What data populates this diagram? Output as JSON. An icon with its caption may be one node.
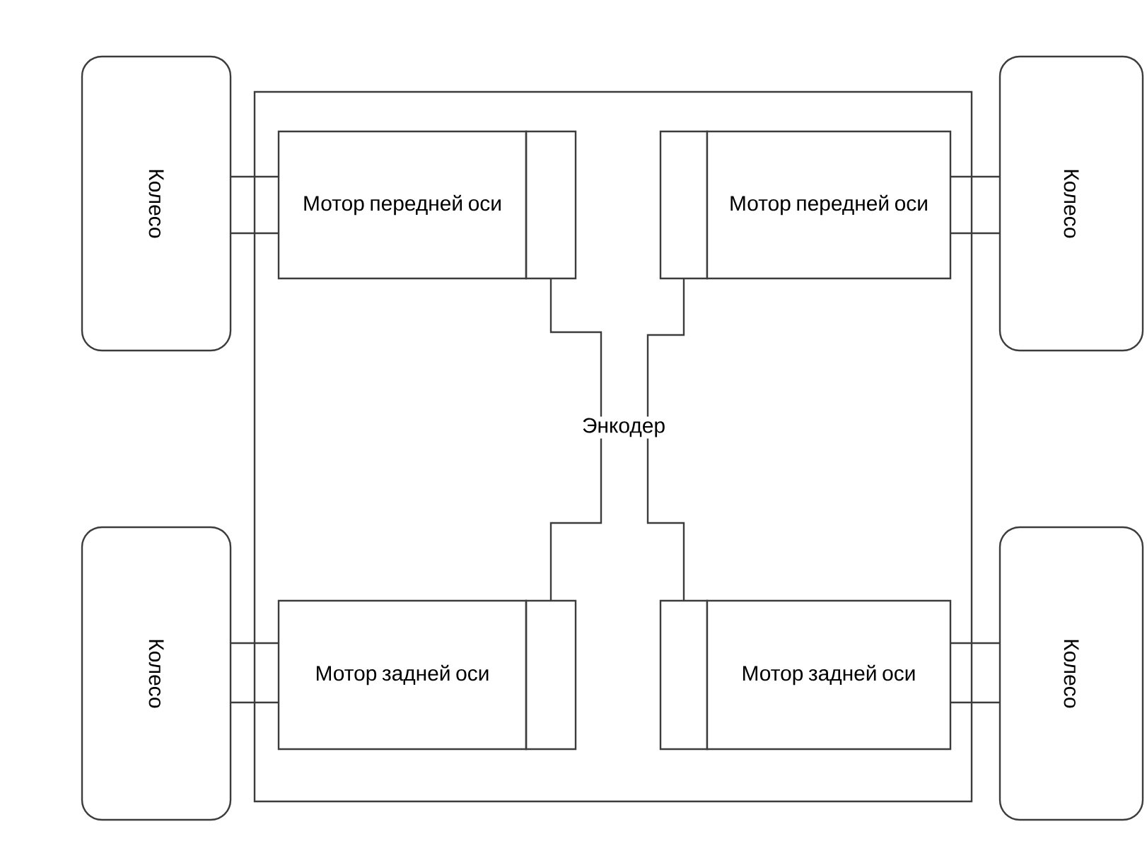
{
  "diagram": {
    "nodes": [
      {
        "text": [],
        "shape": "box"
      },
      {
        "text": [
          "Колесо"
        ]
      },
      {
        "text": [
          "Мотор передней оси"
        ],
        "in": 0
      },
      {
        "text": [],
        "shape": "box",
        "in": 0
      },
      {
        "text": [],
        "shape": "box",
        "in": 0
      },
      {
        "text": [
          "Мотор передней оси"
        ],
        "in": 0
      },
      {
        "text": [
          "Колесо"
        ]
      },
      {
        "text": [
          "Энкодер"
        ],
        "in": 0
      },
      {
        "text": [
          "Колесо"
        ]
      },
      {
        "text": [
          "Мотор задней оси"
        ],
        "in": 0
      },
      {
        "text": [],
        "shape": "box",
        "in": 0
      },
      {
        "text": [],
        "shape": "box",
        "in": 0
      },
      {
        "text": [
          "Мотор задней оси"
        ],
        "in": 0
      },
      {
        "text": [
          "Колесо"
        ]
      }
    ],
    "edges": [
      {
        "from": 1,
        "to": 2,
        "arrow": "none"
      },
      {
        "from": 1,
        "to": 2,
        "arrow": "none"
      },
      {
        "from": 6,
        "to": 5,
        "arrow": "none"
      },
      {
        "from": 6,
        "to": 5,
        "arrow": "none"
      },
      {
        "from": 8,
        "to": 9,
        "arrow": "none"
      },
      {
        "from": 8,
        "to": 9,
        "arrow": "none"
      },
      {
        "from": 13,
        "to": 12,
        "arrow": "none"
      },
      {
        "from": 13,
        "to": 12,
        "arrow": "none"
      },
      {
        "from": 3,
        "to": 7,
        "arrow": "none"
      },
      {
        "from": 4,
        "to": 7,
        "arrow": "none"
      },
      {
        "from": 10,
        "to": 7,
        "arrow": "none"
      },
      {
        "from": 11,
        "to": 7,
        "arrow": "none"
      }
    ]
  }
}
